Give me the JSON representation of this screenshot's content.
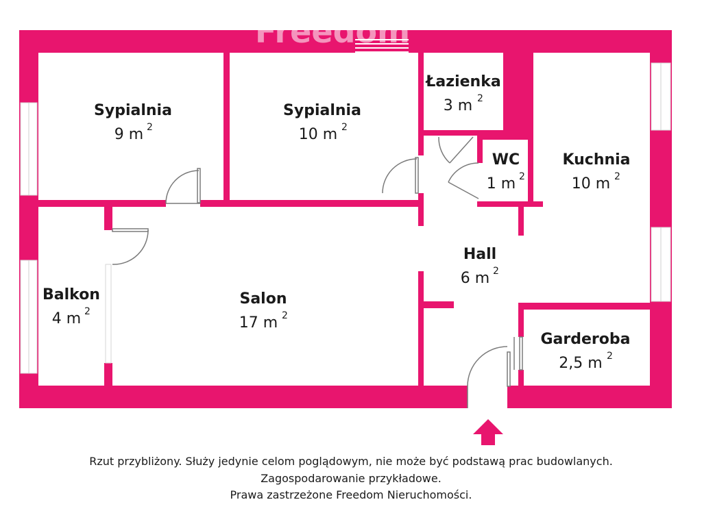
{
  "colors": {
    "wall": "#e8156e",
    "window": "#ffffff",
    "text": "#1a1a1a"
  },
  "watermark": {
    "text": "Freedom"
  },
  "rooms": {
    "sypialnia_left": {
      "name": "Sypialnia",
      "area": "9 m",
      "sup": "2"
    },
    "sypialnia_mid": {
      "name": "Sypialnia",
      "area": "10 m",
      "sup": "2"
    },
    "lazienka": {
      "name": "Łazienka",
      "area": "3 m",
      "sup": "2"
    },
    "wc": {
      "name": "WC",
      "area": "1 m",
      "sup": "2"
    },
    "kuchnia": {
      "name": "Kuchnia",
      "area": "10 m",
      "sup": "2"
    },
    "hall": {
      "name": "Hall",
      "area": "6 m",
      "sup": "2"
    },
    "balkon": {
      "name": "Balkon",
      "area": "4 m",
      "sup": "2"
    },
    "salon": {
      "name": "Salon",
      "area": "17 m",
      "sup": "2"
    },
    "garderoba": {
      "name": "Garderoba",
      "area": "2,5 m",
      "sup": "2"
    }
  },
  "entrance": {
    "icon": "arrow-up-icon"
  },
  "footer": {
    "line1": "Rzut przybliżony. Służy jedynie celom poglądowym, nie może być podstawą prac budowlanych.",
    "line2": "Zagospodarowanie przykładowe.",
    "line3": "Prawa zastrzeżone Freedom Nieruchomości."
  }
}
